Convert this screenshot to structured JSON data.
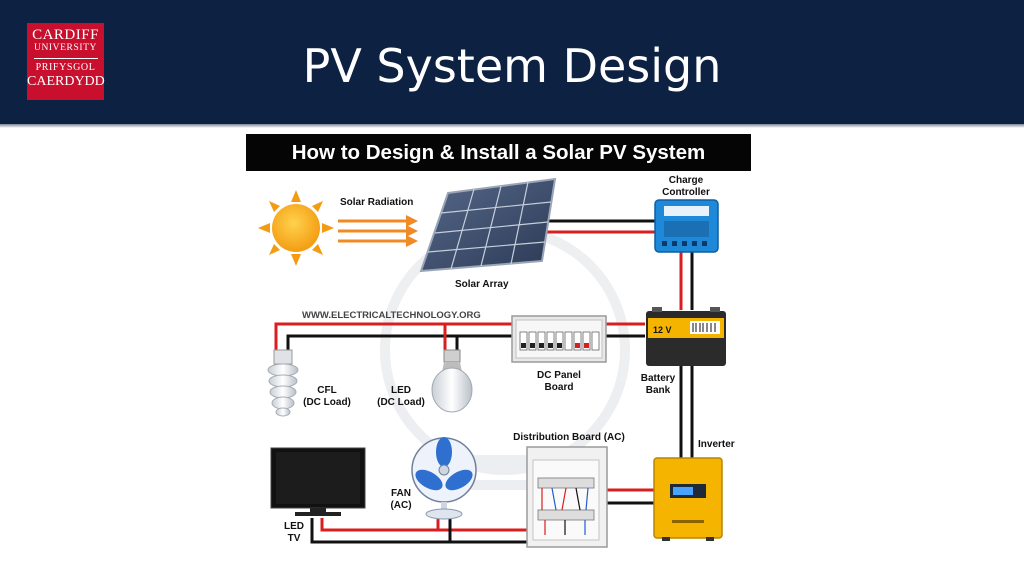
{
  "slide": {
    "title": "PV System Design"
  },
  "logo": {
    "line1": "CARDIFF",
    "line2": "UNIVERSITY",
    "line3": "PRIFYSGOL",
    "line4": "CAERDYDD",
    "color": "#c8102e"
  },
  "figure": {
    "banner": "How to Design & Install a Solar PV System",
    "watermark": "WWW.ELECTRICALTECHNOLOGY.ORG",
    "labels": {
      "solar_radiation": "Solar Radiation",
      "solar_array": "Solar Array",
      "charge_controller_1": "Charge",
      "charge_controller_2": "Controller",
      "battery_bank_1": "Battery",
      "battery_bank_2": "Bank",
      "battery_voltage": "12 V",
      "dc_panel_board_1": "DC Panel",
      "dc_panel_board_2": "Board",
      "cfl_1": "CFL",
      "cfl_2": "(DC Load)",
      "led_1": "LED",
      "led_2": "(DC Load)",
      "distribution_board": "Distribution Board (AC)",
      "inverter": "Inverter",
      "fan_1": "FAN",
      "fan_2": "(AC)",
      "led_tv_1": "LED",
      "led_tv_2": "TV"
    },
    "colors": {
      "header_bg": "#0d2142",
      "wire_positive": "#d81e1e",
      "wire_negative": "#111111",
      "sun": "#f9a51a",
      "panel": "#3a4a66",
      "charge_controller": "#1e88d9",
      "inverter": "#f5b400",
      "fan_blue": "#2f6fd0"
    }
  }
}
